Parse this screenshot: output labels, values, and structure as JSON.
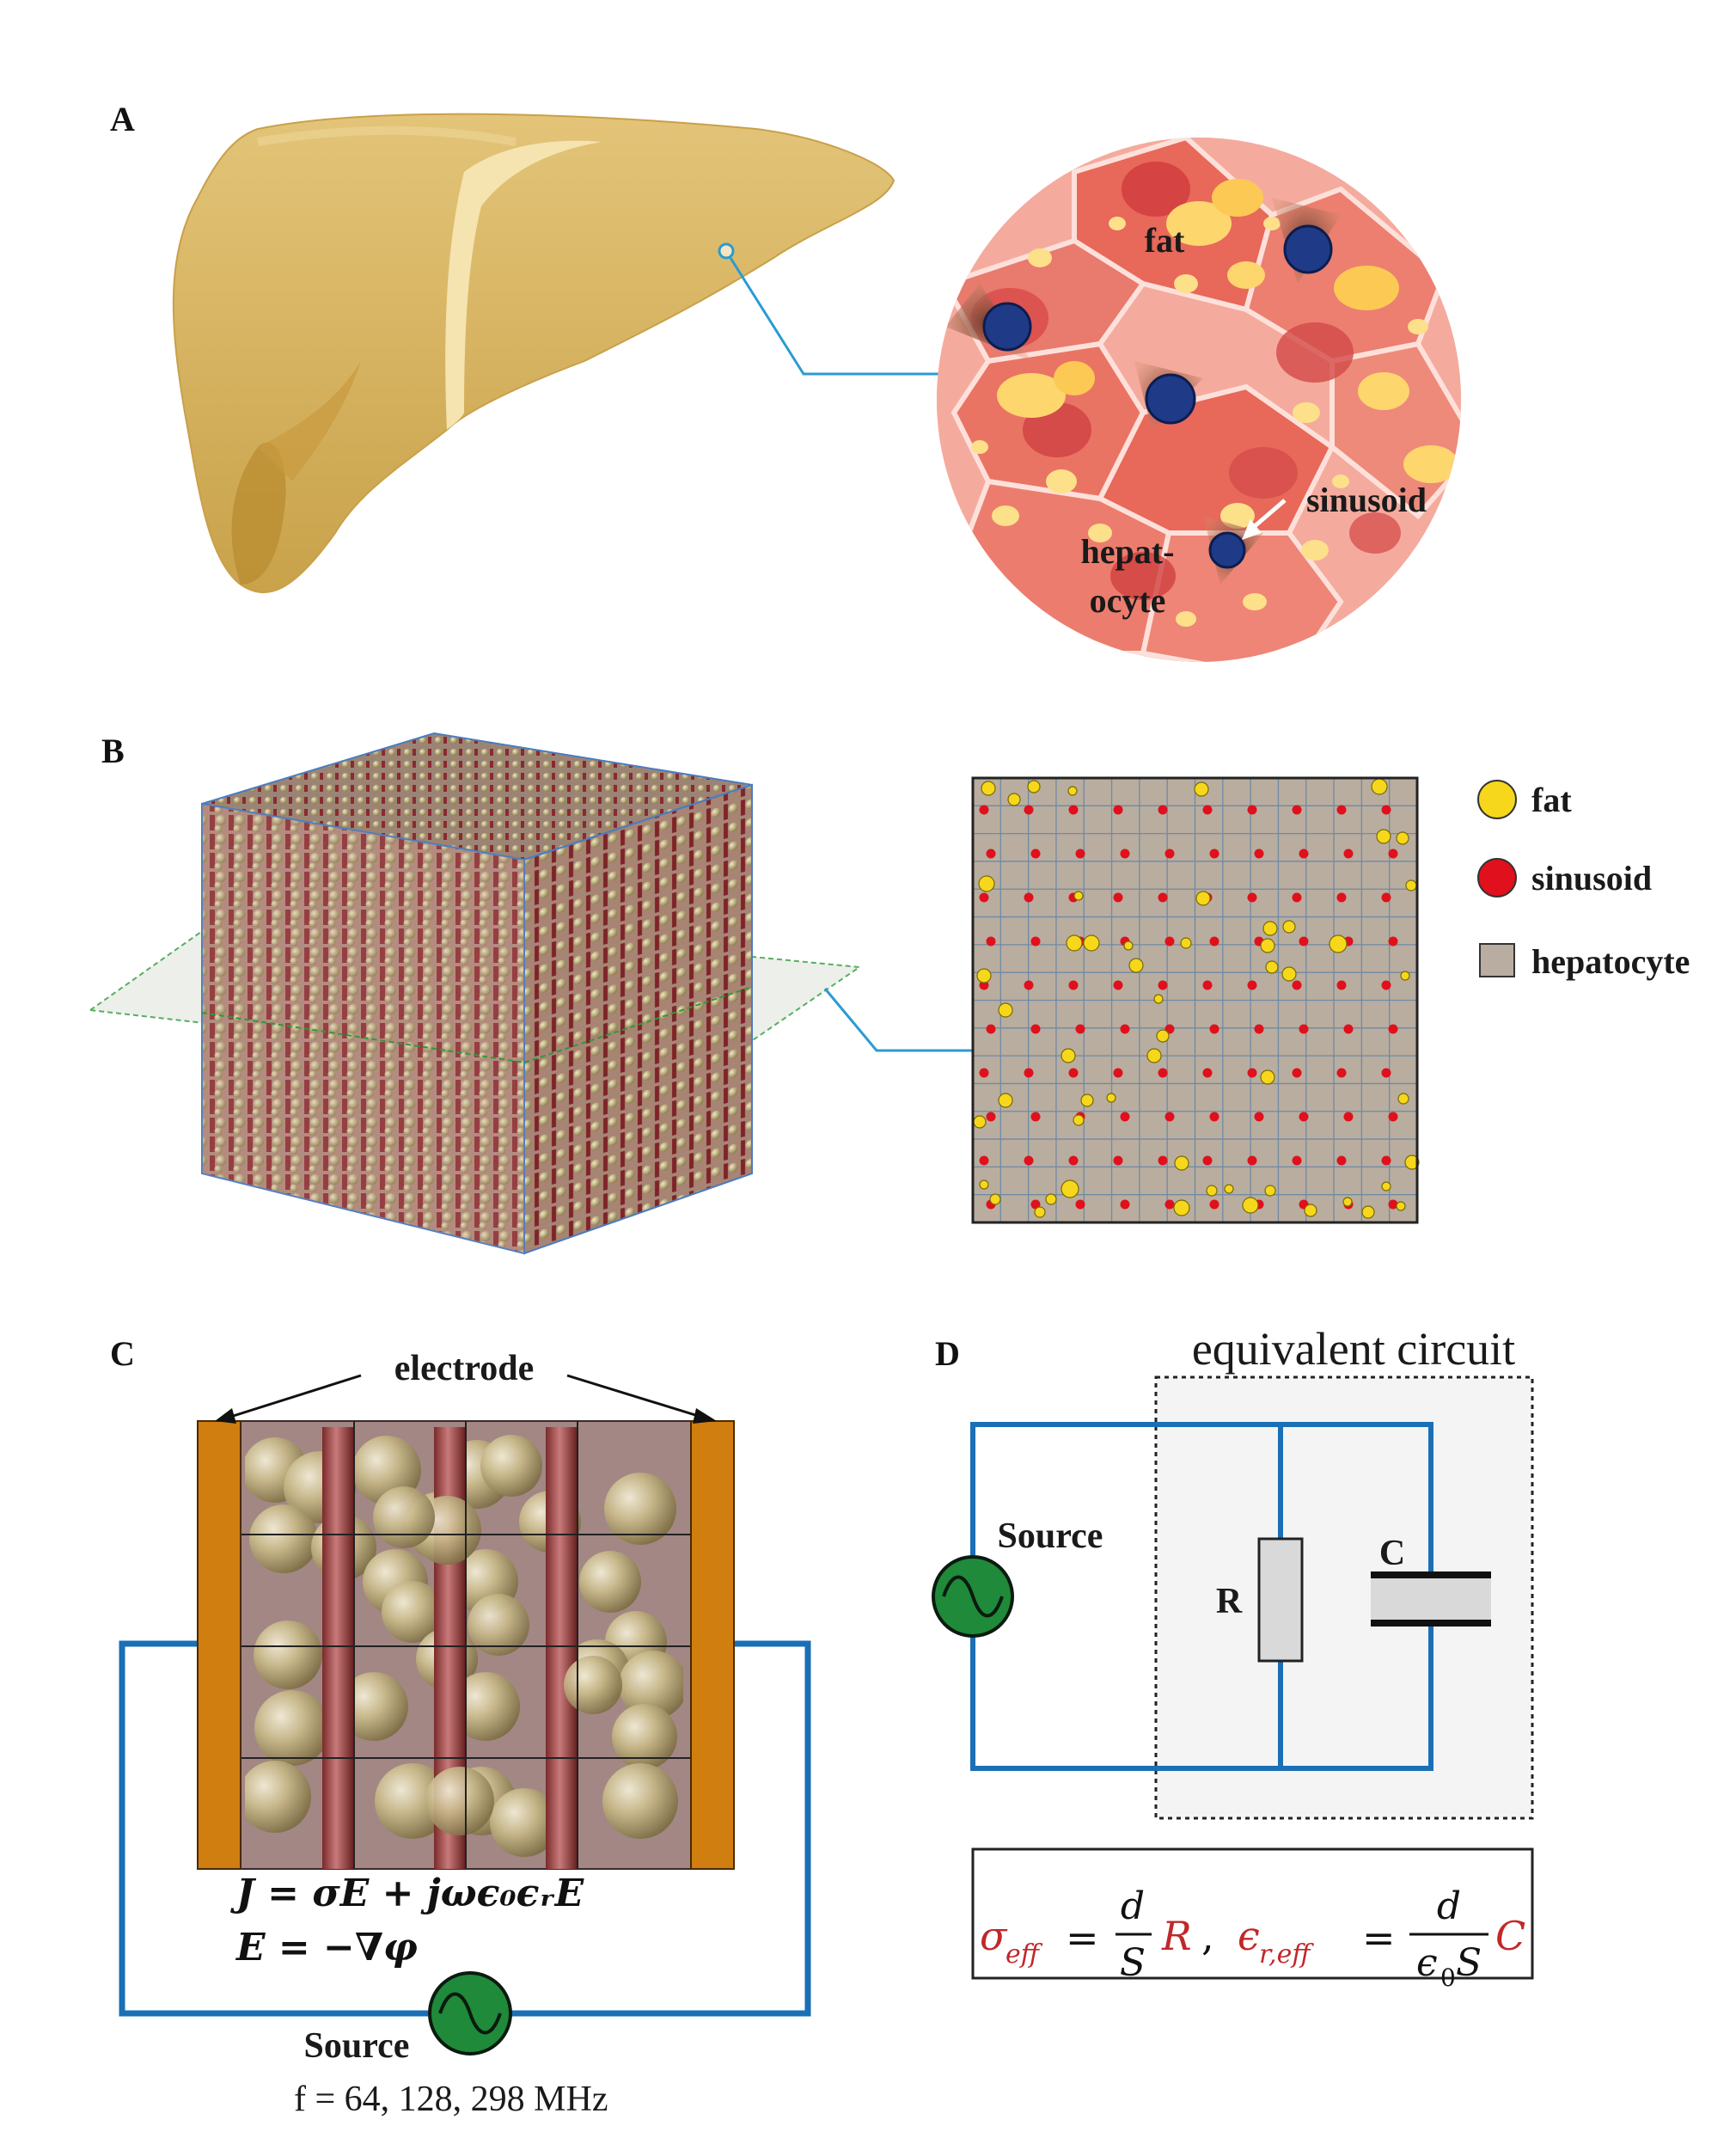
{
  "panels": {
    "a": {
      "letter": "A",
      "labels": {
        "fat": "fat",
        "sinusoid": "sinusoid",
        "hepat": "hepat-",
        "ocyte": "ocyte"
      }
    },
    "b": {
      "letter": "B",
      "legend": [
        {
          "label": "fat",
          "color": "#f7d71c"
        },
        {
          "label": "sinusoid",
          "color": "#e0101c"
        },
        {
          "label": "hepatocyte",
          "color": "#b8ada0"
        }
      ]
    },
    "c": {
      "letter": "C",
      "electrode_label": "electrode",
      "eq1": "J = σE + jωϵ₀ϵᵣE",
      "eq2": "E = −∇φ",
      "source_label": "Source",
      "frequency": "f = 64, 128, 298 MHz"
    },
    "d": {
      "letter": "D",
      "box_title": "equivalent circuit",
      "source_label": "Source",
      "r_label": "R",
      "c_label": "C",
      "formula": {
        "sigma_eff": "σ",
        "sigma_sub": "eff",
        "eps_eff": "ϵ",
        "eps_sub": "r,eff",
        "num": "d",
        "den1": "S",
        "den2_eps": "ϵ",
        "den2_sub": "0",
        "den2_s": "S",
        "r": "R",
        "c": "C",
        "comma": ",",
        "eq": "="
      }
    }
  },
  "colors": {
    "wire": "#1a6fb5",
    "source": "#1f8a3a",
    "electrode": "#d08010",
    "formula_red": "#c0282a",
    "liver": "#d8b865",
    "tissue": "#e88b7a"
  }
}
